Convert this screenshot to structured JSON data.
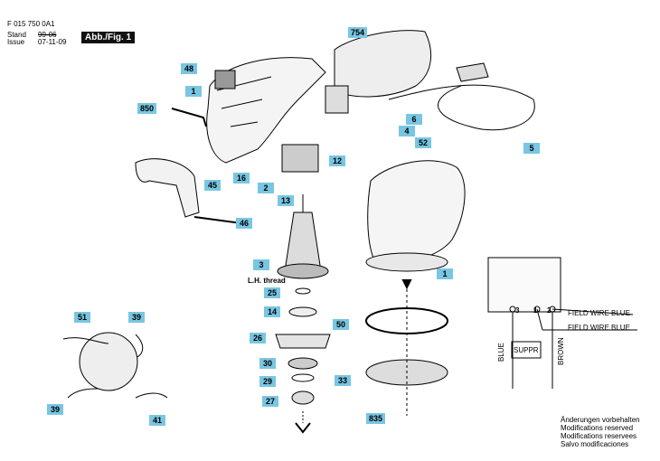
{
  "header": {
    "doc_number": "F 015 750 0A1",
    "stand_label": "Stand",
    "issue_label": "Issue",
    "old_date": "99-06",
    "date": "07-11-09",
    "figure_badge": "Abb./Fig. 1"
  },
  "callouts": [
    "754",
    "48",
    "1",
    "850",
    "6",
    "4",
    "52",
    "5",
    "16",
    "12",
    "45",
    "2",
    "13",
    "46",
    "3",
    "1",
    "25",
    "14",
    "50",
    "26",
    "30",
    "33",
    "29",
    "27",
    "835",
    "51",
    "39",
    "39",
    "41"
  ],
  "labels": {
    "lh_thread": "L.H. thread"
  },
  "wiring": {
    "terminal_3": "3",
    "terminal_1": "1",
    "terminal_2": "2",
    "wire_top": "FIELD WIRE BLUE",
    "wire_bottom": "FIELD WIRE BLUE",
    "suppressor": "SUPPR",
    "left_wire": "BLUE",
    "right_wire": "BROWN"
  },
  "notes": [
    "Änderungen vorbehalten",
    "Modifications reserved",
    "Modifications reservees",
    "Salvo modificaciones"
  ]
}
